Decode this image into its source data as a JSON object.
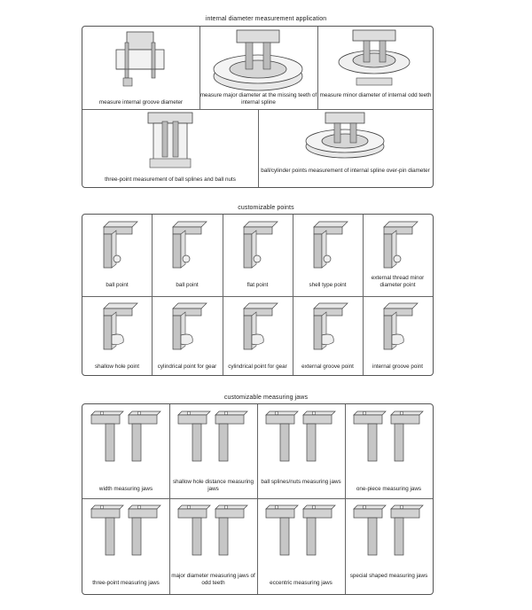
{
  "sections": {
    "applications": {
      "title": "internal diameter measurement  application",
      "items": [
        {
          "caption": "measure internal groove diameter"
        },
        {
          "caption": "measure major diameter at the missing teeth of internal spline"
        },
        {
          "caption": "measure minor diameter of internal odd teeth"
        },
        {
          "caption": "three-point measurement of ball splines and ball nuts"
        },
        {
          "caption": "ball/cylinder points measurement of internal spline over-pin diameter"
        }
      ]
    },
    "points": {
      "title": "customizable points",
      "items": [
        {
          "caption": "ball point",
          "icon": "ball-point-icon"
        },
        {
          "caption": "ball point",
          "icon": "ball-point-icon"
        },
        {
          "caption": "flat point",
          "icon": "flat-point-icon"
        },
        {
          "caption": "shell type point",
          "icon": "shell-point-icon"
        },
        {
          "caption": "external thread minor diameter point",
          "icon": "thread-point-icon"
        },
        {
          "caption": "shallow hole point",
          "icon": "shallow-hole-point-icon"
        },
        {
          "caption": "cylindrical point for gear",
          "icon": "cylindrical-point-icon"
        },
        {
          "caption": "cylindrical point for gear",
          "icon": "cylindrical-point-icon"
        },
        {
          "caption": "external groove point",
          "icon": "external-groove-point-icon"
        },
        {
          "caption": "internal groove point",
          "icon": "internal-groove-point-icon"
        }
      ]
    },
    "jaws": {
      "title": "customizable measuring jaws",
      "items": [
        {
          "caption": "width measuring jaws"
        },
        {
          "caption": "shallow hole distance measuring jaws"
        },
        {
          "caption": "ball splines/nuts measuring jaws"
        },
        {
          "caption": "one-piece measuring jaws"
        },
        {
          "caption": "three-point measuring jaws"
        },
        {
          "caption": "major diameter measuring jaws of odd teeth"
        },
        {
          "caption": "eccentric measuring jaws"
        },
        {
          "caption": "special shaped measuring jaws"
        }
      ]
    }
  }
}
